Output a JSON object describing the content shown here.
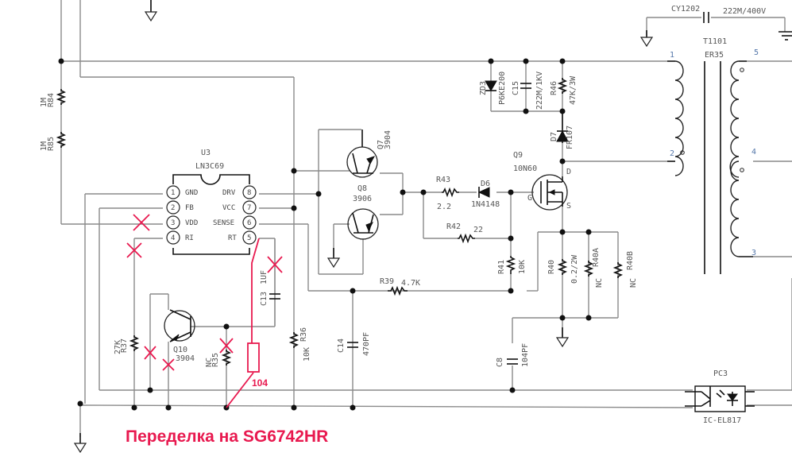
{
  "title_annotation": "Переделка на SG6742HR",
  "red_resistor_value": "104",
  "ic": {
    "ref": "U3",
    "part": "LN3C69",
    "pins_left": [
      {
        "num": "1",
        "name": "GND"
      },
      {
        "num": "2",
        "name": "FB"
      },
      {
        "num": "3",
        "name": "VDD"
      },
      {
        "num": "4",
        "name": "RI"
      }
    ],
    "pins_right": [
      {
        "num": "8",
        "name": "DRV"
      },
      {
        "num": "7",
        "name": "VCC"
      },
      {
        "num": "6",
        "name": "SENSE"
      },
      {
        "num": "5",
        "name": "RT"
      }
    ]
  },
  "components": {
    "R84": {
      "ref": "R84",
      "value": "1M"
    },
    "R85": {
      "ref": "R85",
      "value": "1M"
    },
    "Q7": {
      "ref": "Q7",
      "value": "3904"
    },
    "Q8": {
      "ref": "Q8",
      "value": "3906"
    },
    "R43": {
      "ref": "R43",
      "value": "2.2"
    },
    "D6": {
      "ref": "D6",
      "value": "1N4148"
    },
    "R42": {
      "ref": "R42",
      "value": "22"
    },
    "Q9": {
      "ref": "Q9",
      "value": "10N60",
      "g": "G",
      "d": "D",
      "s": "S"
    },
    "ZD3": {
      "ref": "ZD3",
      "value": "P6KE200"
    },
    "C15": {
      "ref": "C15",
      "value": "222M/1KV"
    },
    "R46": {
      "ref": "R46",
      "value": "47K/3W"
    },
    "D7": {
      "ref": "D7",
      "value": "FR107"
    },
    "CY1202": {
      "ref": "CY1202",
      "value": "222M/400V"
    },
    "T1101": {
      "ref": "T1101",
      "value": "ER35",
      "pins": [
        "1",
        "2",
        "3",
        "4",
        "5"
      ]
    },
    "R41": {
      "ref": "R41",
      "value": "10K"
    },
    "R40": {
      "ref": "R40",
      "value": "0.2/2W"
    },
    "R40A": {
      "ref": "R40A",
      "value": "NC"
    },
    "R40B": {
      "ref": "R40B",
      "value": "NC"
    },
    "R39": {
      "ref": "R39",
      "value": "4.7K"
    },
    "C13": {
      "ref": "C13",
      "value": "1UF"
    },
    "C14": {
      "ref": "C14",
      "value": "470PF"
    },
    "C8": {
      "ref": "C8",
      "value": "104PF"
    },
    "R36": {
      "ref": "R36",
      "value": "10K"
    },
    "R37": {
      "ref": "R37",
      "value": "27K"
    },
    "R35": {
      "ref": "R35",
      "value": "NC"
    },
    "Q10": {
      "ref": "Q10",
      "value": "3904"
    },
    "PC3": {
      "ref": "PC3",
      "value": "IC-EL817"
    }
  },
  "colors": {
    "annotation": "#e8194f",
    "wire": "#8a8a8a",
    "label": "#555555",
    "pin_number": "#5577aa"
  }
}
